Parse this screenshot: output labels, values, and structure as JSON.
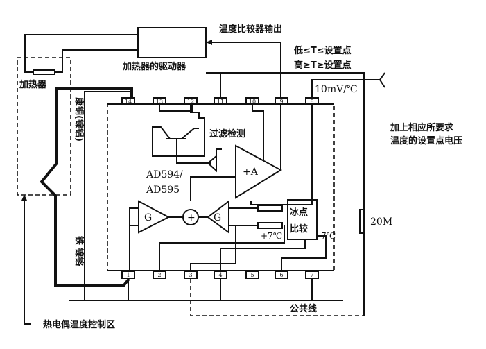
{
  "labels": {
    "comparator_output": "温度比较器输出",
    "low_condition": "低≤T≤设置点",
    "high_condition": "高≥T≥设置点",
    "heater_driver": "加热器的驱动器",
    "heater": "加热器",
    "constantan": "康铜(镍铝)",
    "iron_chromel": "铁 镍铬",
    "scale": "10mV/℃",
    "filter_detect": "过滤检测",
    "chip_name_1": "AD594/",
    "chip_name_2": "AD595",
    "amp_a": "+A",
    "gain_left": "G",
    "gain_right": "G",
    "sum": "+",
    "ice_point_1": "冰点",
    "ice_point_2": "比较",
    "plus7": "+7℃",
    "minus7": "-7℃",
    "setpoint_1": "加上相应所要求",
    "setpoint_2": "温度的设置点电压",
    "resistor": "20M",
    "common_line": "公共线",
    "zone": "热电偶温度控制区"
  },
  "pins_top": [
    "14",
    "13",
    "12",
    "11",
    "10",
    "9",
    "8"
  ],
  "pins_bottom": [
    "1",
    "2",
    "3",
    "4",
    "5",
    "6",
    "7"
  ]
}
